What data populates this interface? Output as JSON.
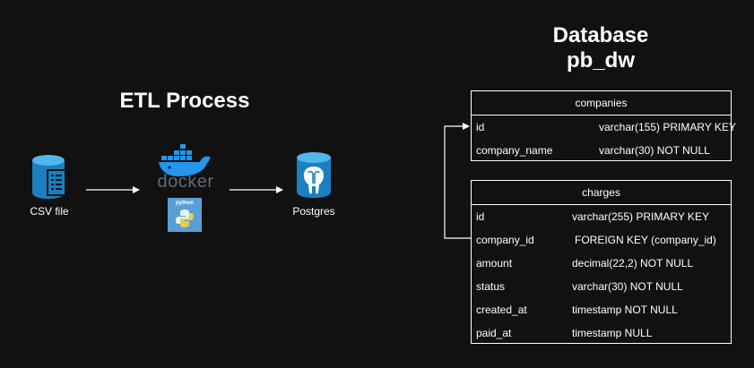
{
  "etl_title": "ETL Process",
  "db_title_line1": "Database",
  "db_title_line2": "pb_dw",
  "nodes": {
    "csv": {
      "label": "CSV file",
      "icon": "database-document-icon",
      "color": "#1b7fc1"
    },
    "docker": {
      "wordmark": "docker",
      "icon": "docker-whale-icon",
      "color": "#2496ed"
    },
    "python": {
      "wordmark": "python",
      "icon": "python-logo-icon",
      "color": "#3776ab"
    },
    "postgres": {
      "label": "Postgres",
      "icon": "postgres-elephant-icon",
      "color": "#1b7fc1"
    }
  },
  "tables": {
    "companies": {
      "name": "companies",
      "rows": [
        {
          "col": "id",
          "type": "varchar(155) PRIMARY KEY"
        },
        {
          "col": "company_name",
          "type": "varchar(30) NOT NULL"
        }
      ]
    },
    "charges": {
      "name": "charges",
      "rows": [
        {
          "col": "id",
          "type": "varchar(255) PRIMARY KEY"
        },
        {
          "col": "company_id",
          "type": "FOREIGN KEY (company_id)"
        },
        {
          "col": "amount",
          "type": "decimal(22,2) NOT NULL"
        },
        {
          "col": "status",
          "type": "varchar(30) NOT NULL"
        },
        {
          "col": "created_at",
          "type": "timestamp NOT NULL"
        },
        {
          "col": "paid_at",
          "type": "timestamp NULL"
        }
      ]
    }
  }
}
